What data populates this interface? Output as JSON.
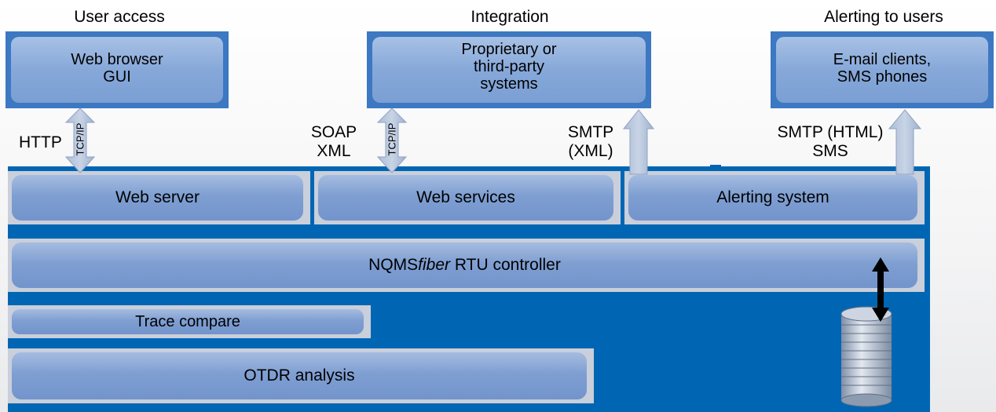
{
  "headings": {
    "user_access": "User access",
    "integration": "Integration",
    "alerting": "Alerting to users"
  },
  "top_boxes": {
    "browser": "Web browser\nGUI",
    "proprietary": "Proprietary or\nthird-party\nsystems",
    "email": "E-mail clients,\nSMS phones"
  },
  "protocols": {
    "http": "HTTP",
    "tcpip_1": "TCP/IP",
    "soap": "SOAP\nXML",
    "tcpip_2": "TCP/IP",
    "smtp_xml": "SMTP\n(XML)",
    "smtp_html": "SMTP (HTML)\nSMS"
  },
  "components": {
    "web_server": "Web server",
    "web_services": "Web services",
    "alerting_system": "Alerting system",
    "controller_prefix": "NQMS",
    "controller_italic": "fiber",
    "controller_suffix": " RTU controller",
    "trace_compare": "Trace compare",
    "otdr_analysis": "OTDR analysis"
  },
  "colors": {
    "platform_blue": "#0066b3",
    "box_blue": "#3d78c2",
    "pill_blue": "#7f9fd2",
    "arrow_fill": "#b8c6dc"
  }
}
